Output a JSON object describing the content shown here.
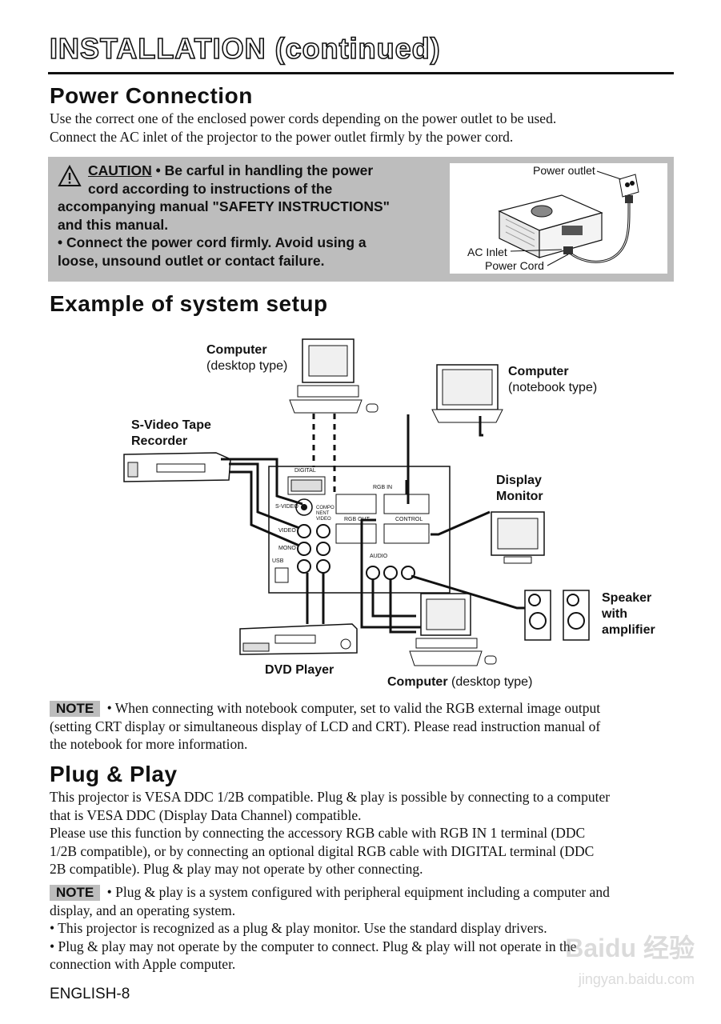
{
  "header": {
    "title": "INSTALLATION (continued)"
  },
  "power": {
    "heading": "Power Connection",
    "lines": [
      "Use the correct one of the enclosed power cords depending on the power outlet to be used.",
      "Connect the AC inlet of the projector to the power outlet firmly by the power cord."
    ],
    "caution": {
      "label": "CAUTION",
      "line1": " • Be carful in handling the power",
      "line2": "cord according to instructions of the",
      "line3": "accompanying manual \"SAFETY INSTRUCTIONS\"",
      "line4": "and this manual.",
      "line5": "• Connect the power cord firmly. Avoid using a",
      "line6": "loose, unsound outlet or contact failure."
    },
    "figure": {
      "outlet_label": "Power outlet",
      "inlet_label": "AC Inlet",
      "cord_label": "Power Cord"
    }
  },
  "setup": {
    "heading": "Example of system setup",
    "labels": {
      "computer_desktop_top_bold": "Computer",
      "computer_desktop_top_sub": "(desktop type)",
      "computer_notebook_bold": "Computer",
      "computer_notebook_sub": "(notebook type)",
      "svideo_line1": "S-Video Tape",
      "svideo_line2": "Recorder",
      "display_line1": "Display",
      "display_line2": "Monitor",
      "speaker_line1": "Speaker",
      "speaker_line2": "with",
      "speaker_line3": "amplifier",
      "dvd": "DVD Player",
      "computer_desktop_bottom_bold": "Computer",
      "computer_desktop_bottom_sub": " (desktop type)"
    },
    "panel_labels": {
      "digital": "DIGITAL",
      "rgb_in": "RGB  IN",
      "svideo": "S-VIDEO",
      "component": "COMPO NENT VIDEO",
      "rgb_out": "RGB OUT",
      "control": "CONTROL",
      "video": "VIDEO",
      "mono": "MONO",
      "usb": "USB",
      "audio": "AUDIO"
    },
    "note_badge": "NOTE",
    "note_lines": [
      " • When connecting with notebook computer, set to valid the RGB external image output",
      "(setting CRT display or simultaneous display of LCD and CRT). Please read instruction manual of",
      "the notebook for more information."
    ]
  },
  "plug": {
    "heading": "Plug & Play",
    "lines": [
      "This projector is VESA DDC 1/2B compatible. Plug & play is possible by connecting to a computer",
      "that is VESA DDC (Display Data Channel) compatible.",
      "Please use this function by connecting the accessory RGB cable with RGB IN 1 terminal (DDC",
      "1/2B compatible), or by connecting an optional digital RGB cable with DIGITAL terminal (DDC",
      "2B compatible). Plug & play may not operate by other connecting."
    ],
    "note_badge": "NOTE",
    "note_lines": [
      " • Plug & play is a system configured with peripheral equipment including a computer and",
      "display, and an operating system.",
      "• This projector is recognized as a plug & play monitor. Use the standard display drivers.",
      "• Plug & play may not operate by the computer to connect. Plug & play will not operate in the",
      "connection with Apple computer."
    ]
  },
  "footer": {
    "page": "ENGLISH-8"
  },
  "watermark": {
    "text1": "Baidu 经验",
    "text2": "jingyan.baidu.com"
  }
}
